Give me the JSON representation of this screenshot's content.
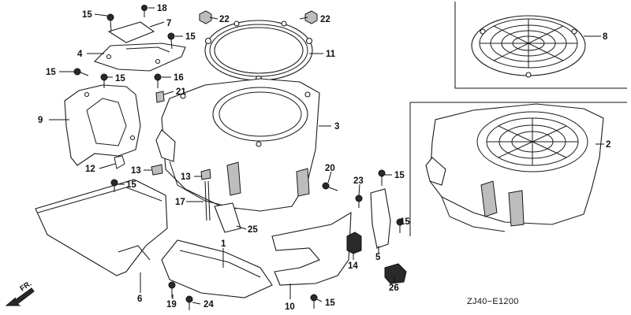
{
  "diagram": {
    "code": "ZJ40−E1200",
    "direction_label": "FR.",
    "callouts": {
      "p1": "1",
      "p2": "2",
      "p3": "3",
      "p4": "4",
      "p5": "5",
      "p6": "6",
      "p7": "7",
      "p8": "8",
      "p9": "9",
      "p10": "10",
      "p11": "11",
      "p12": "12",
      "p13a": "13",
      "p13b": "13",
      "p14": "14",
      "p15a": "15",
      "p15b": "15",
      "p15c": "15",
      "p15d": "15",
      "p15e": "15",
      "p15f": "15",
      "p15g": "15",
      "p15h": "15",
      "p16": "16",
      "p17": "17",
      "p18": "18",
      "p19": "19",
      "p20": "20",
      "p21": "21",
      "p22a": "22",
      "p22b": "22",
      "p23": "23",
      "p24": "24",
      "p25": "25",
      "p26": "26"
    }
  }
}
